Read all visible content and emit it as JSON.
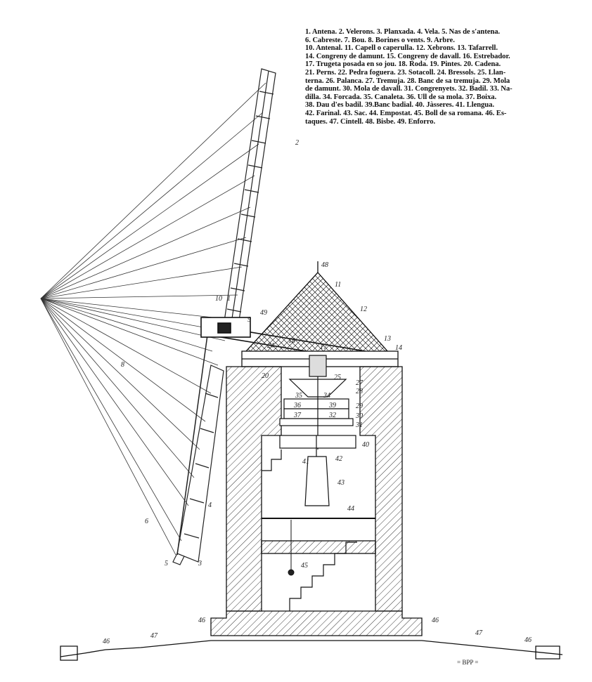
{
  "legend": {
    "lines": [
      "1. Antena. 2. Velerons. 3. Planxada. 4. Vela. 5. Nas de s'antena.",
      "6. Cabreste.     7. Bou.     8. Borines o vents.     9. Arbre.",
      "10. Antenal. 11. Capell o caperulla. 12. Xebrons. 13. Tafarrell.",
      "14. Congreny de damunt. 15. Congreny de davall. 16. Estrebador.",
      "17. Trugeta posada en so jou. 18. Roda. 19. Pintes. 20. Cadena.",
      "21. Perns. 22. Pedra foguera. 23. Sotacoll. 24. Bressols. 25. Llan-",
      "terna. 26. Palanca. 27. Tremuja. 28. Banc de sa tremuja. 29. Mola",
      "de damunt. 30. Mola de davall. 31. Congrenyets. 32. Badil. 33. Na-",
      "dilla. 34. Forcada. 35. Canaleta. 36. Ull de sa mola. 37. Boixa.",
      "38. Dau d'es badil. 39.Banc badial. 40. Jàsseres. 41. Llengua.",
      "42. Farinal. 43. Sac. 44. Empostat. 45. Boll de sa romana. 46. Es-",
      "taques. 47. Cintell. 48. Bisbe. 49. Enforro."
    ]
  },
  "callouts": {
    "n1": "1",
    "n2": "2",
    "n3": "3",
    "n4": "4",
    "n5": "5",
    "n6": "6",
    "n8": "8",
    "n9": "9",
    "n10": "10",
    "n11": "11",
    "n12": "12",
    "n13": "13",
    "n14": "14",
    "n17": "17",
    "n18": "18",
    "n20": "20",
    "n24": "24",
    "n25": "25",
    "n27": "27",
    "n28": "28",
    "n29": "29",
    "n30": "30",
    "n31": "31",
    "n32": "32",
    "n34": "34",
    "n35": "35",
    "n36": "36",
    "n37": "37",
    "n39": "39",
    "n40": "40",
    "n41": "41",
    "n42": "42",
    "n43": "43",
    "n44": "44",
    "n45": "45",
    "n46a": "46",
    "n46b": "46",
    "n46c": "46",
    "n46d": "46",
    "n47a": "47",
    "n47b": "47",
    "n48": "48",
    "n49": "49"
  },
  "scale_note": "= BPP ="
}
